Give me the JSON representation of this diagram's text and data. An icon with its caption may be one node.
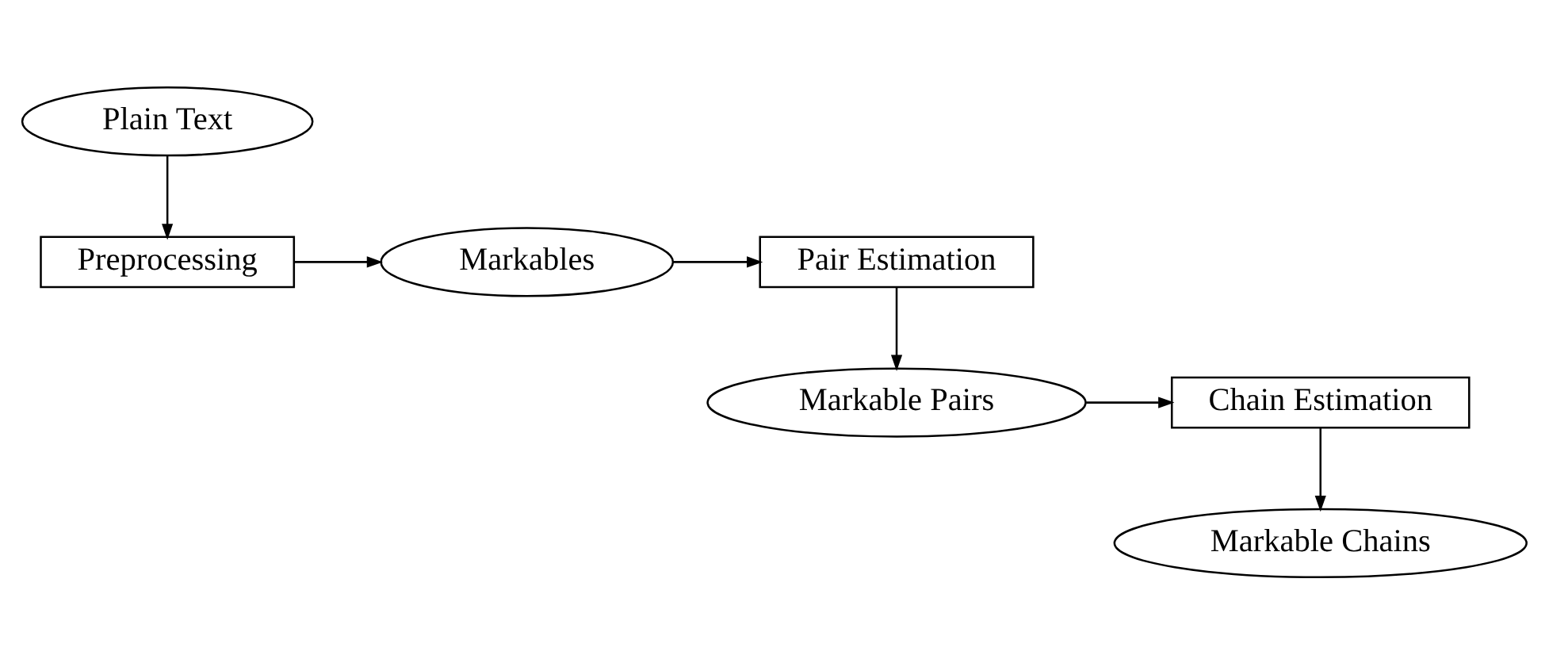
{
  "diagram": {
    "nodes": [
      {
        "text": [
          "Plain Text"
        ]
      },
      {
        "text": [
          "Preprocessing"
        ]
      },
      {
        "text": [
          "Markables"
        ]
      },
      {
        "text": [
          "Pair Estimation"
        ]
      },
      {
        "text": [
          "Markable Pairs"
        ]
      },
      {
        "text": [
          "Chain Estimation"
        ]
      },
      {
        "text": [
          "Markable Chains"
        ]
      }
    ],
    "edges": [
      {
        "from": 0,
        "to": 1,
        "arrow": "to"
      },
      {
        "from": 1,
        "to": 2,
        "arrow": "to"
      },
      {
        "from": 2,
        "to": 3,
        "arrow": "to"
      },
      {
        "from": 3,
        "to": 4,
        "arrow": "to"
      },
      {
        "from": 4,
        "to": 5,
        "arrow": "to"
      },
      {
        "from": 5,
        "to": 6,
        "arrow": "to"
      }
    ]
  }
}
